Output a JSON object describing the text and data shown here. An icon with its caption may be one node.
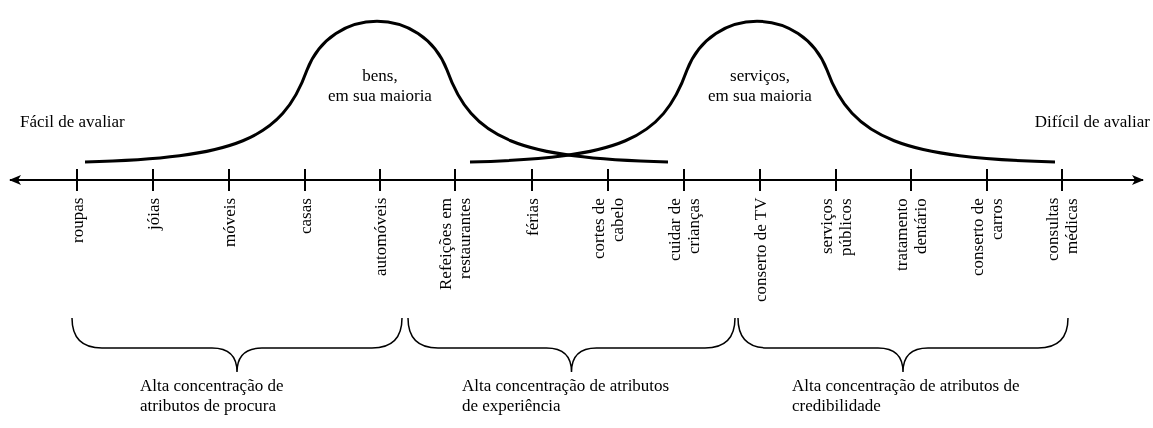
{
  "diagram": {
    "labels": [
      "bens, em sua maioria",
      "serviços, em sua maioria",
      "Fácil de avaliar",
      "Difícil de avaliar",
      "roupas",
      "jóias",
      "móveis",
      "casas",
      "automóveis",
      "Refeições em restaurantes",
      "férias",
      "cortes de cabelo",
      "cuidar de crianças",
      "conserto de TV",
      "serviços públicos",
      "tratamento dentário",
      "conserto de carros",
      "consultas médicas",
      "Alta concentração de atributos de procura",
      "Alta concentração de atributos de experiência",
      "Alta concentração de atributos de credibilidade"
    ]
  }
}
